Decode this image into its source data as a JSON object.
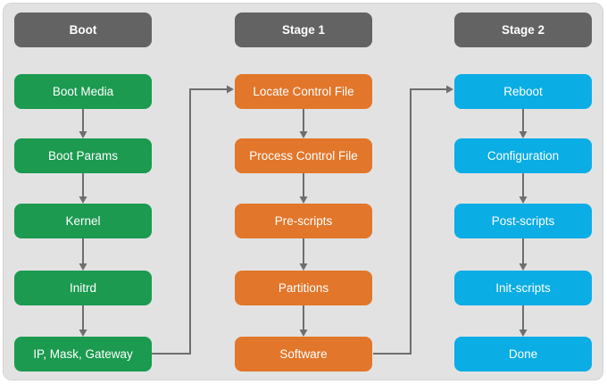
{
  "columns": [
    {
      "header": "Boot",
      "items": [
        "Boot Media",
        "Boot Params",
        "Kernel",
        "Initrd",
        "IP, Mask, Gateway"
      ]
    },
    {
      "header": "Stage 1",
      "items": [
        "Locate Control File",
        "Process Control File",
        "Pre-scripts",
        "Partitions",
        "Software"
      ]
    },
    {
      "header": "Stage 2",
      "items": [
        "Reboot",
        "Configuration",
        "Post-scripts",
        "Init-scripts",
        "Done"
      ]
    }
  ],
  "colors": {
    "header_bg": "#636363",
    "boot_green": "#1b9a50",
    "stage1_orange": "#e2762a",
    "stage2_blue": "#0aade4",
    "panel_bg": "#e2e2e2",
    "panel_border": "#d3d3d3",
    "arrow": "#6e6e6e"
  }
}
